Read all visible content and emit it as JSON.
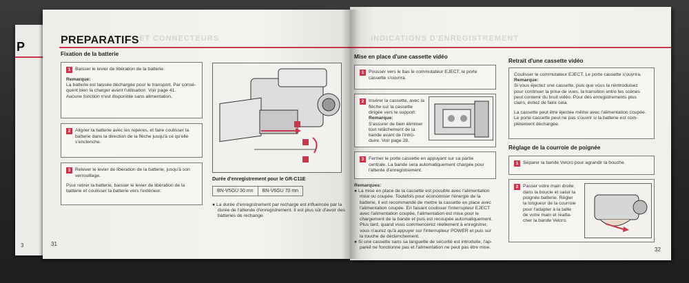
{
  "left_page": {
    "title": "PREPARATIFS",
    "ghost_title": "ET CONNECTEURS",
    "section": "Fixation de la batterie",
    "step1": "Baisser le levier de libération de la batterie.",
    "remarque1_label": "Remarque:",
    "remarque1_line1": "La batterie est laissée déchargée pour le transport. Par consé-",
    "remarque1_line2": "quent bien la charger avant l'utilisation. Voir page 41.",
    "remarque1_line3": "Aucune fonction n'est disponible sans alimentation.",
    "step2_line1": "Aligner la batterie avec les repères, et faire coulisser la",
    "step2_line2": "batterie dans la direction de la flèche jusqu'à ce qu'elle",
    "step2_line3": "s'enclenche.",
    "step3_line1": "Relever le levier de libération de la batterie, jusqu'à son",
    "step3_line2": "verrouillage.",
    "step3_extra1": "Pour retirer la batterie, baisser le levier de libération de la",
    "step3_extra2": "batterie et coulisser la batterie vers l'extérieur.",
    "duration_title": "Durée d'enregistrement pour le GR-C11E",
    "duration_cells": [
      "BN-V5GU 30 mn",
      "BN-V6GU 70 mn"
    ],
    "note_line1": "La durée d'enregistrement par recharge est influencée par la",
    "note_line2": "durée de l'attende d'enregistrement. Il est plus sûr d'avoir des",
    "note_line3": "batteries de rechange.",
    "page_number": "31",
    "back_page_letter": "P",
    "back_page_number": "3"
  },
  "right_page": {
    "ghost_title": "INDICATIONS D'ENREGISTREMENT",
    "section_left": "Mise en place d'une cassette vidéo",
    "r_step1_line1": "Pousser vers le bas le commutateur EJECT, le porte",
    "r_step1_line2": "cassette s'ouvrira.",
    "r_step2_line1": "Insérer la cassette, avec la",
    "r_step2_line2": "flèche sur la cassette",
    "r_step2_line3": "dirigée vers le support.",
    "r_step2_remarque": "Remarque:",
    "r_step2_line4": "S'assurer de bien éliminer",
    "r_step2_line5": "tout relâchement de la",
    "r_step2_line6": "bande avant de l'intro-",
    "r_step2_line7": "duire. Voir page 28.",
    "r_step3_line1": "Fermer le porte cassette en appuyant sur sa partie",
    "r_step3_line2": "centrale. La bande sera automatiquement chargée pour",
    "r_step3_line3": "l'attente d'enregistrement.",
    "remarques_label": "Remarques:",
    "remarques_lines": [
      "La mise en place de la cassette est possible avec l'alimentation",
      "mise ou coupée. Toutefois pour économiser l'énergie de la",
      "batterie, il est recommandé de mettre la cassette en place avec",
      "l'alimentation coupée. En faisant coulisser l'interrupteur EJECT",
      "avec l'alimentation coupée, l'alimentation est mise pour le",
      "chargement de la bande et puis est recoupée automatiquement.",
      "Plus tard, quand vous commencerez réellement à enregistrer,",
      "vous n'aurez qu'à appuyer sur l'interrupteur POWER et puis sur",
      "la touche de déclenchement.",
      "Si une cassette sans sa languette de sécurité est introduite, l'ap-",
      "pareil ne fonctionne pas et l'alimentation ne peut pas être mise."
    ],
    "section_retrait": "Retrait d'une cassette vidéo",
    "retrait_lines": [
      "Coulisser le commutateur EJECT. Le porte cassette s'ouvrira.",
      "Remarque:",
      "Si vous éjectez une cassette, puis que vous la réintroduisez",
      "pour continuer la prise de vues, la transition entre les scènes",
      "peut contenir du bruit vidéo. Pour des enregistrements plus",
      "clairs, évitez de faire cela.",
      "",
      "La cassette peut être éjectée même avec l'alimentation coupée.",
      "Le porte cassette peut ne pas s'ouvrir si la batterie est com-",
      "plètement déchargée."
    ],
    "section_courroie": "Réglage de la courroie de poignée",
    "c_step1": "Séparer la bande Velcro pour agrandir la bouche.",
    "c_step2_lines": [
      "Passer votre main droite",
      "dans la boucle et saisir la",
      "poignée batterie. Régler",
      "la longueur de la courroie",
      "pour l'adapter à la taille",
      "de votre main et réatta-",
      "cher la bande Velcro."
    ],
    "page_number": "32"
  },
  "colors": {
    "accent_red": "#c8374b",
    "paper": "#f3f2ee"
  },
  "icons": [
    "camcorder-illustration",
    "cassette-illustration",
    "hand-strap-illustration"
  ]
}
